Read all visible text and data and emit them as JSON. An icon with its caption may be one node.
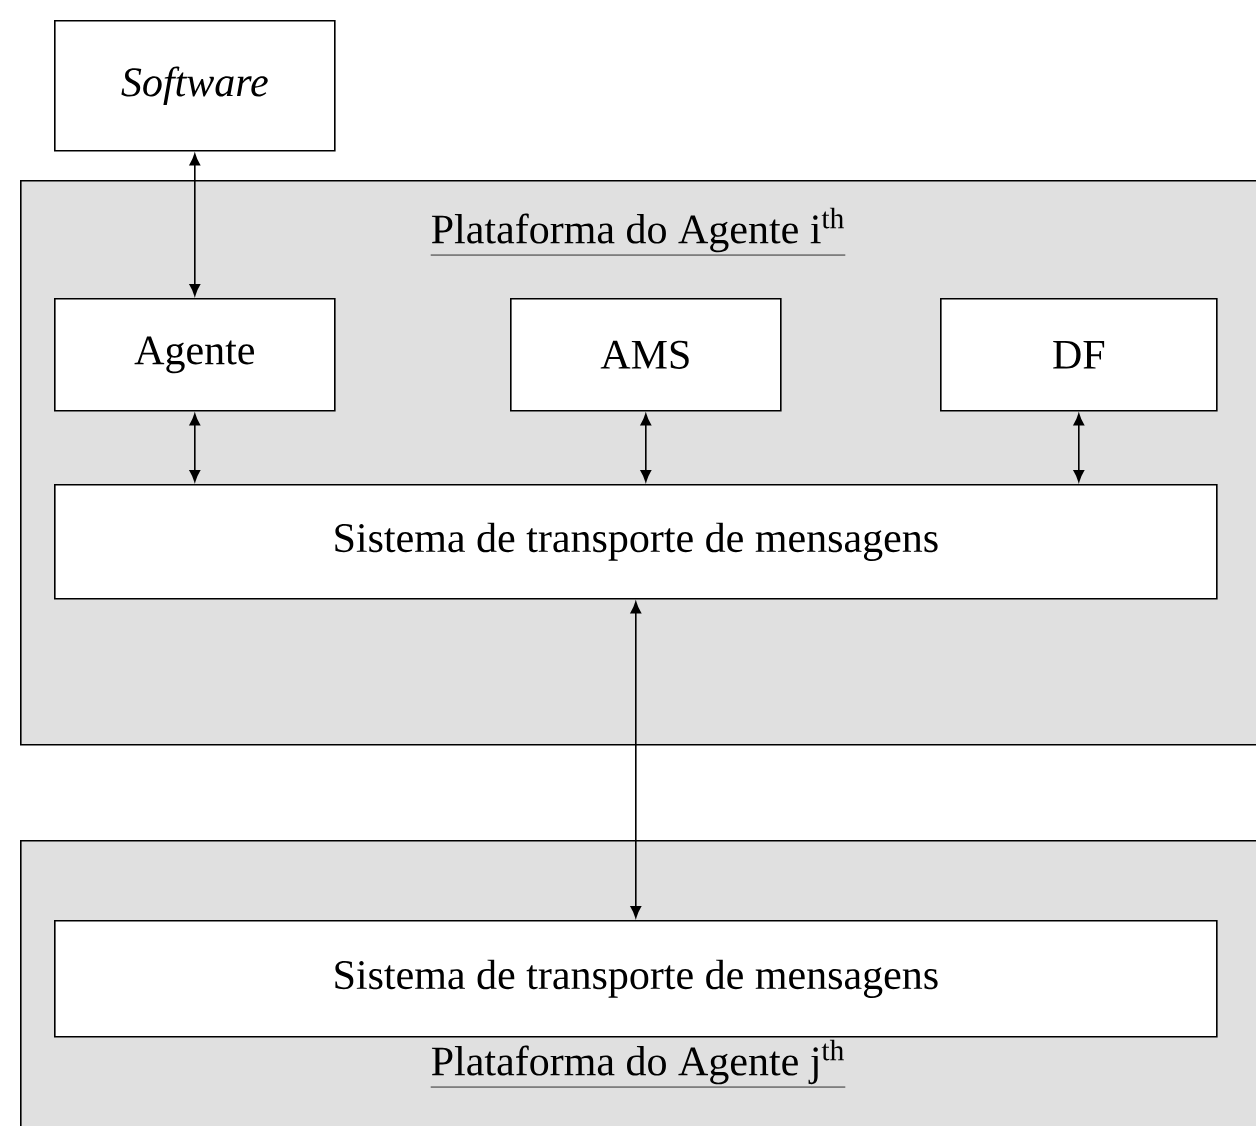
{
  "diagram": {
    "nodes": [
      {
        "text": [
          "Software"
        ]
      },
      {
        "text": [
          "Plataforma do Agente i$^{th}$"
        ]
      },
      {
        "text": [
          "Agente"
        ],
        "in": 1
      },
      {
        "text": [
          "AMS"
        ],
        "in": 1
      },
      {
        "text": [
          "DF"
        ],
        "in": 1
      },
      {
        "text": [
          "Sistema de transporte de mensagens"
        ],
        "in": 1
      },
      {
        "text": [
          "Plataforma do Agente j$^{th}$"
        ]
      },
      {
        "text": [
          "Sistema de transporte de mensagens"
        ],
        "in": 6
      }
    ],
    "edges": [
      {
        "from": 0,
        "to": 2,
        "arrow": "both"
      },
      {
        "from": 2,
        "to": 5,
        "arrow": "both"
      },
      {
        "from": 3,
        "to": 5,
        "arrow": "both"
      },
      {
        "from": 4,
        "to": 5,
        "arrow": "both"
      },
      {
        "from": 5,
        "to": 7,
        "arrow": "both"
      }
    ]
  }
}
